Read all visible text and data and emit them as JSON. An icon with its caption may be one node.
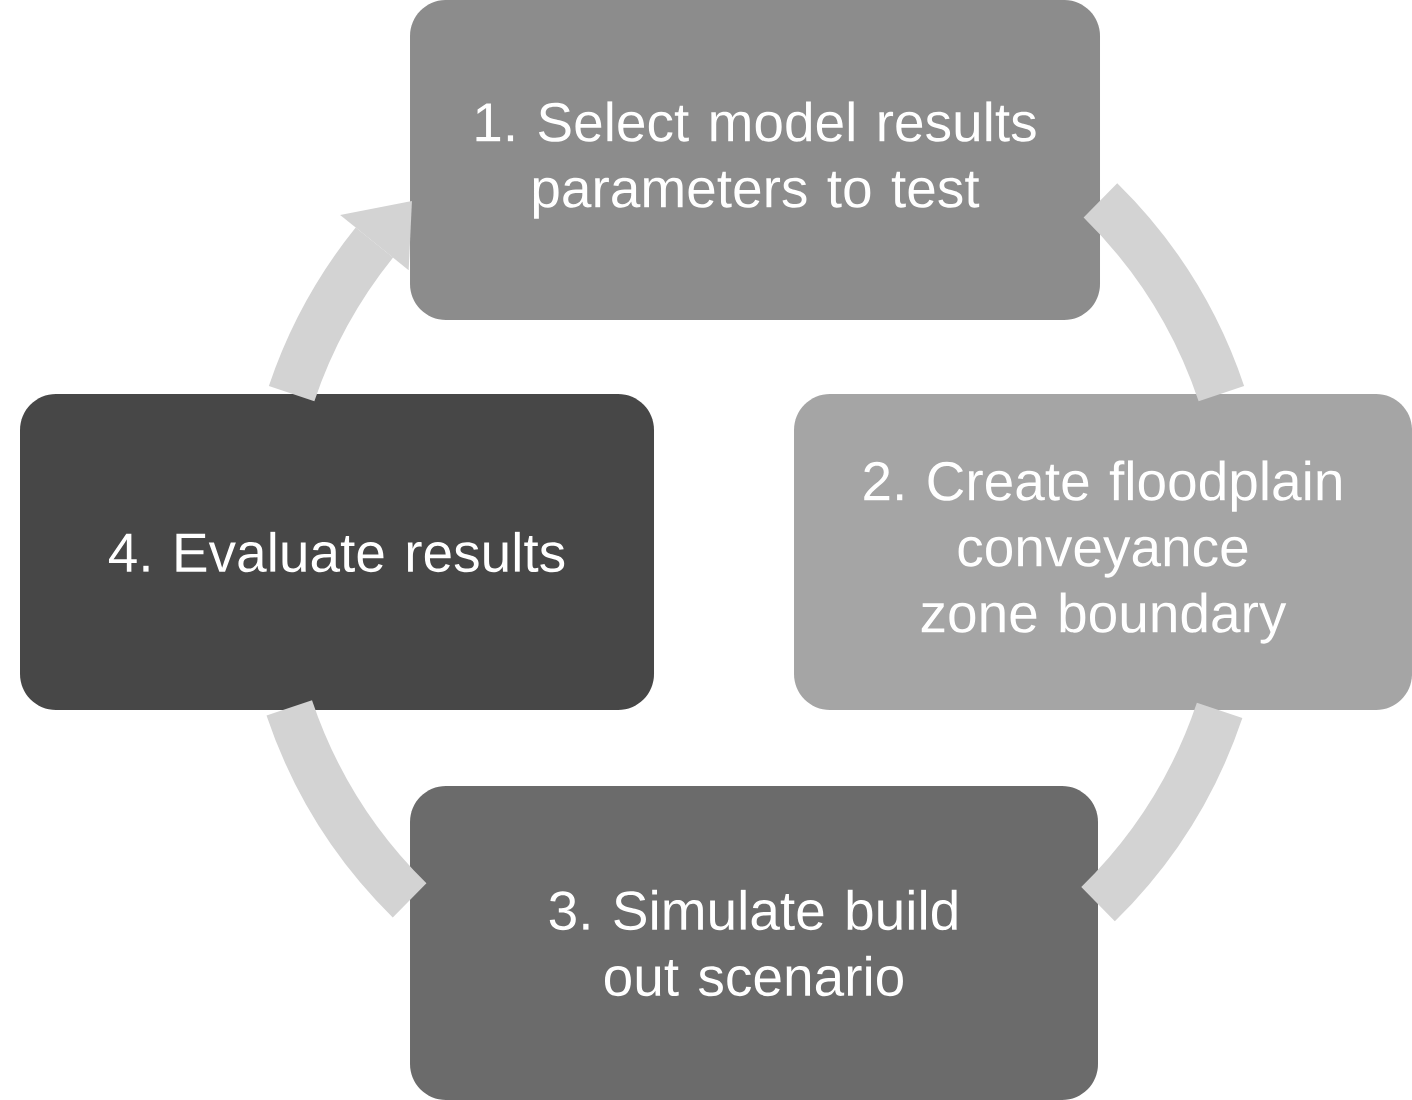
{
  "diagram": {
    "nodes": [
      {
        "text": [
          "1. Select model results parameters to test"
        ]
      },
      {
        "text": [
          "2. Create floodplain conveyance zone boundary"
        ]
      },
      {
        "text": [
          "3. Simulate build out scenario"
        ]
      },
      {
        "text": [
          "4. Evaluate results"
        ]
      }
    ],
    "edges": [
      {
        "from": 0,
        "to": 1,
        "arrow": "none"
      },
      {
        "from": 1,
        "to": 2,
        "arrow": "none"
      },
      {
        "from": 2,
        "to": 3,
        "arrow": "none"
      },
      {
        "from": 3,
        "to": 0,
        "arrow": "to"
      }
    ]
  }
}
